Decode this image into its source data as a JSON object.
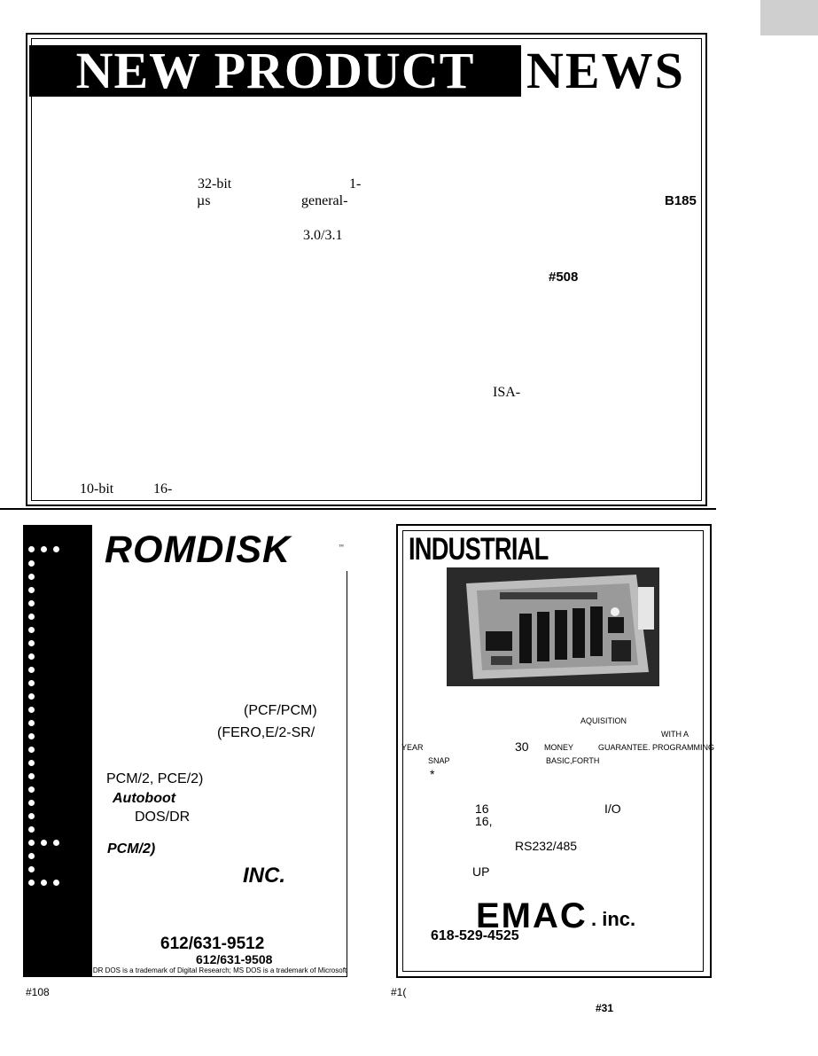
{
  "banner": {
    "black_text": "NEW PRODUCT",
    "white_text": "NEWS"
  },
  "news_fragments": {
    "f1": "32-bit",
    "f2": "1-",
    "f3": "µs",
    "f4": "general-",
    "f5": "B185",
    "f6": "3.0/3.1",
    "f7": "#508",
    "f8": "ISA-",
    "f9": "10-bit",
    "f10": "16-"
  },
  "romdisk": {
    "logo": "ROMDISK",
    "tm": "™",
    "line1": "(PCF/PCM)",
    "line2": "(FERO,E/2-SR/",
    "line3": "PCM/2, PCE/2)",
    "line4": "Autoboot",
    "line5": "DOS/DR",
    "line6": "PCM/2)",
    "inc": "INC.",
    "phone": "612/631-9512",
    "fax": "612/631-9508",
    "footnote": "DR DOS is a trademark of Digital Research; MS DOS is a trademark of Microsoft",
    "ad_code": "#108"
  },
  "industrial": {
    "title": "INDUSTRIAL",
    "s1": "AQUISITION",
    "s2": "WITH A",
    "s3": "YEAR",
    "s4": "30",
    "s5": "MONEY",
    "s6": "GUARANTEE. PROGRAMMING",
    "s7": "SNAP",
    "s8": "BASIC,FORTH",
    "s9": "*",
    "t1": "16",
    "t2": "I/O",
    "t3": "16,",
    "t4": "RS232/485",
    "t5": "UP",
    "logo": "EMAC",
    "inc": ". inc.",
    "phone": "618-529-4525",
    "ad_code": "#1(",
    "bottom_code": "#31"
  }
}
